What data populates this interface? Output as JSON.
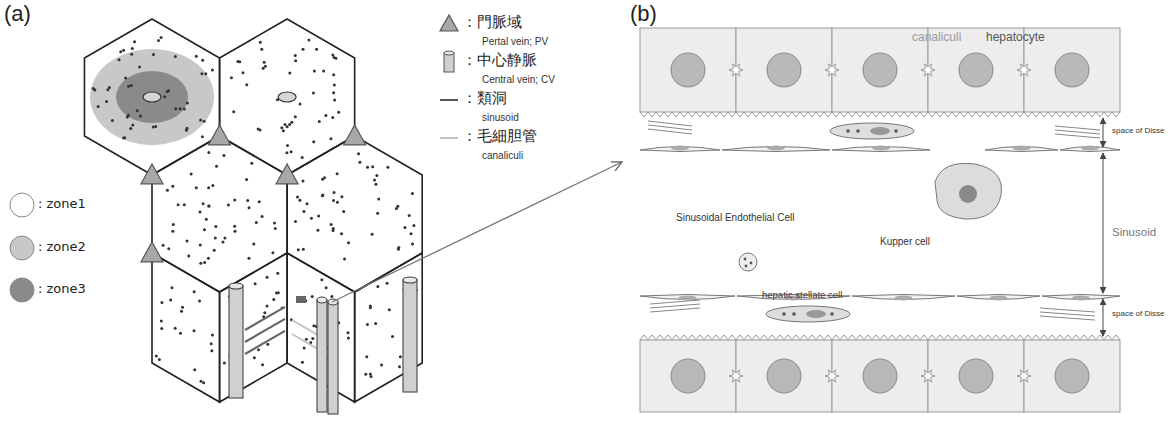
{
  "diagram": {
    "labels": [
      "(a)",
      "(b)",
      "Pertal vein; PV",
      "Central vein; CV",
      "sinusoid",
      "canaliculi",
      "canaliculi",
      "hepatocyte",
      "space of Disse",
      "Sinusoid",
      "Sinusoidal Endothelial Cell",
      "Kupper cell",
      "space of Disse",
      "hepatic stellate cell"
    ],
    "legend": [
      {
        "text": "：門脈域"
      },
      {
        "text": "：中心静脈"
      },
      {
        "text": "：類洞"
      },
      {
        "text": "：毛細胆管"
      },
      {
        "text": ": zone1",
        "color": "#ffffff"
      },
      {
        "text": ": zone2",
        "color": "#c8c8c8"
      },
      {
        "text": ": zone3",
        "color": "#8a8a8a"
      }
    ]
  }
}
